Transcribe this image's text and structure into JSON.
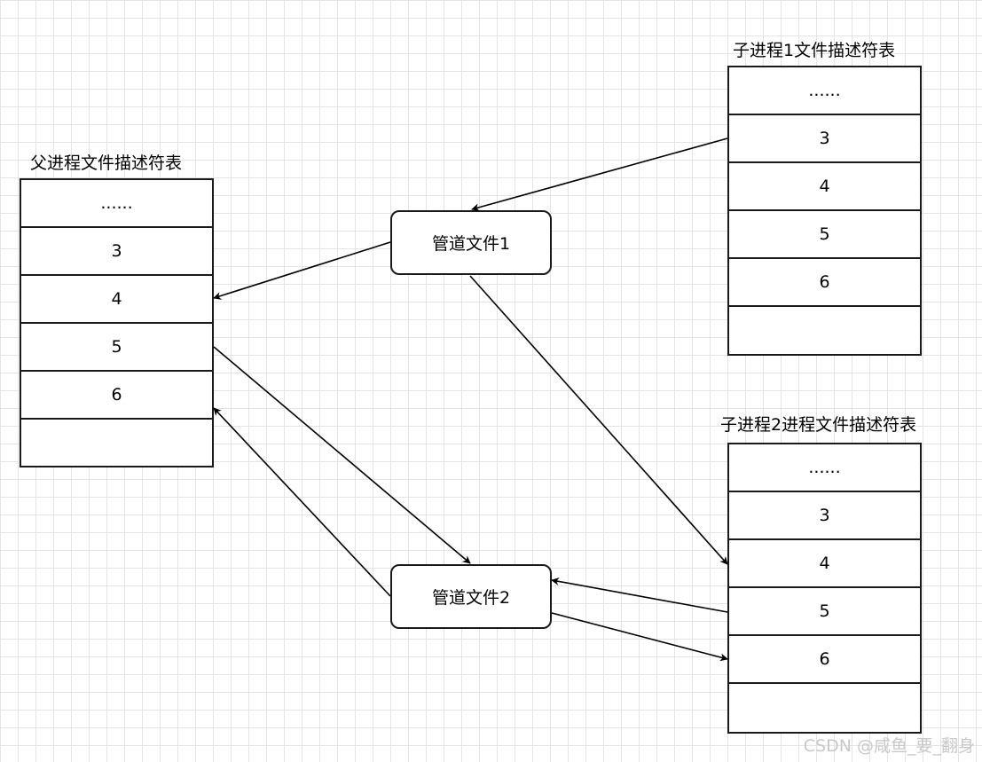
{
  "parent": {
    "title": "父进程文件描述符表",
    "rows": [
      "......",
      "3",
      "4",
      "5",
      "6",
      ""
    ]
  },
  "child1": {
    "title": "子进程1文件描述符表",
    "rows": [
      "......",
      "3",
      "4",
      "5",
      "6",
      ""
    ]
  },
  "child2": {
    "title": "子进程2进程文件描述符表",
    "rows": [
      "......",
      "3",
      "4",
      "5",
      "6",
      ""
    ]
  },
  "pipe1": {
    "label": "管道文件1"
  },
  "pipe2": {
    "label": "管道文件2"
  },
  "watermark": "CSDN @咸鱼_要_翻身"
}
